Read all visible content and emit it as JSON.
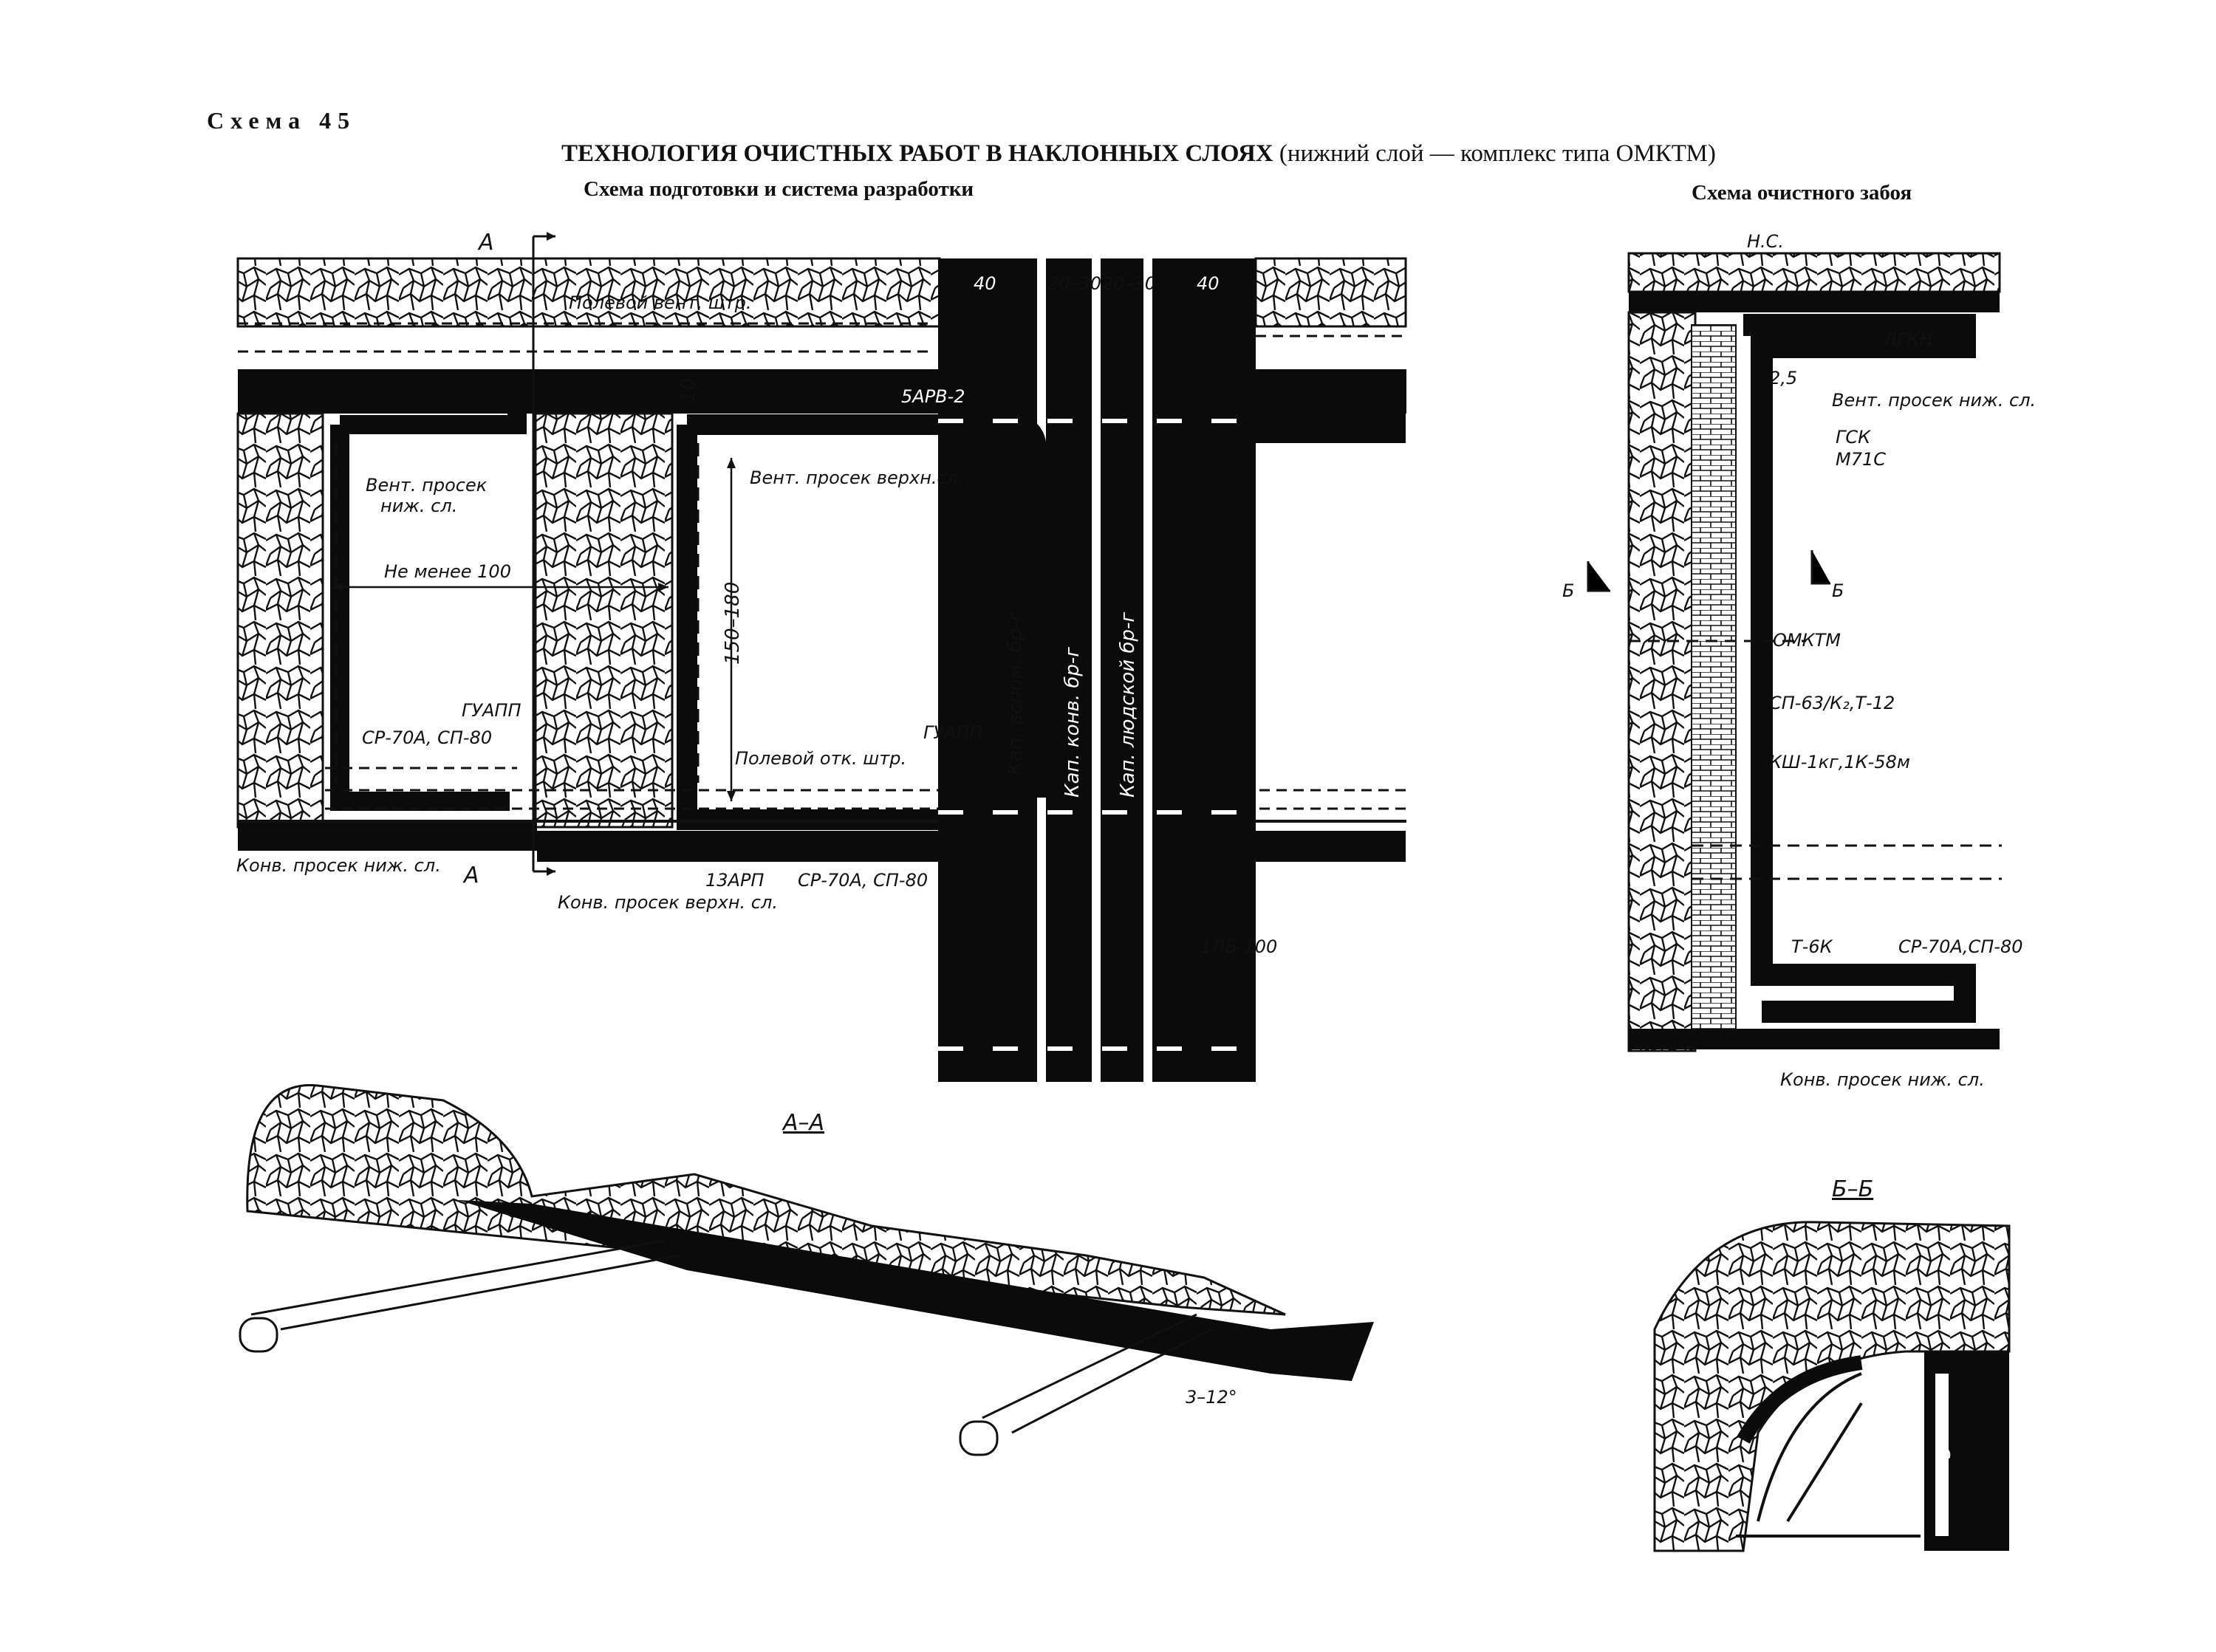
{
  "header": {
    "scheme_number": "Схема 45",
    "title_main": "ТЕХНОЛОГИЯ ОЧИСТНЫХ РАБОТ В НАКЛОННЫХ СЛОЯХ",
    "title_note": "(нижний слой — комплекс типа ОМКТМ)",
    "subtitle_left": "Схема подготовки и система разработки",
    "subtitle_right": "Схема очистного забоя"
  },
  "plan": {
    "labels": {
      "field_vent_drift": "Полевой вент. штр.",
      "vent_crosscut_lower": "Вент. просек ниж. сл.",
      "vent_crosscut_lower_l1": "Вент. просек",
      "vent_crosscut_lower_l2": "ниж. сл.",
      "vent_crosscut_upper": "Вент. просек верхн.сл.",
      "not_less_100": "Не менее 100",
      "range_150_180": "150–180",
      "dim_10": "10",
      "dim_40_left": "40",
      "dim_20_30_a": "20–30",
      "dim_20_30_b": "20–30",
      "dim_40_right": "40",
      "arv": "5АРВ-2",
      "guapp_left": "ГУАПП",
      "guapp_right": "ГУАПП",
      "sr70_left": "СР-70А, СП-80",
      "sr70_right": "СР-70А, СП-80",
      "field_haul_drift": "Полевой отк. штр.",
      "conv_lower": "Конв. просек ниж. сл.",
      "conv_upper": "Конв. просек верхн. сл.",
      "arp": "13АРП",
      "lb100": "1ЛБ-100",
      "aux_incline": "Кап. вспом. бр-г",
      "conv_incline": "Кап. конв. бр-г",
      "people_incline": "Кап. людской бр-г",
      "section_A_top": "А",
      "section_A_bottom": "А"
    }
  },
  "face": {
    "labels": {
      "ns": "Н.С.",
      "lgkn": "ЛГКН",
      "dim_2_5": "2,5",
      "vent_crosscut_lower": "Вент. просек ниж. сл.",
      "gsk": "ГСК",
      "m71s": "М71С",
      "section_B_left": "Б",
      "section_B_right": "Б",
      "omktm": "ОМКТМ",
      "sp63": "СП-63/К₂,Т-12",
      "ksh": "КШ-1кг,1К-58м",
      "t6k": "Т-6К",
      "sr70": "СР-70А,СП-80",
      "conv_lower": "Конв. просек ниж. сл."
    }
  },
  "section_aa": {
    "title": "А–А",
    "angle": "3–12°"
  },
  "section_bb": {
    "title": "Б–Б",
    "dim_3": "3"
  }
}
